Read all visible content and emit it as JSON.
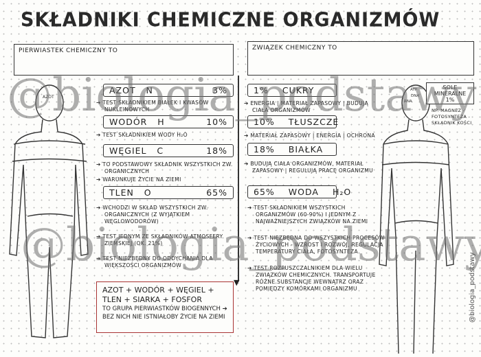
{
  "title": "SKŁADNIKI CHEMICZNE ORGANIZMÓW",
  "left_header": "PIERWIASTEK CHEMICZNY TO",
  "right_header": "ZWIĄZEK CHEMICZNY TO",
  "elements": [
    {
      "name": "AZOT",
      "symbol": "N",
      "percent": "3%",
      "notes": [
        "TEST SKŁADNIKIEM BIAŁEK I KWASÓW NUKLEINOWYCH"
      ]
    },
    {
      "name": "WODÓR",
      "symbol": "H",
      "percent": "10%",
      "notes": [
        "TEST SKŁADNIKIEM WODY H₂O"
      ]
    },
    {
      "name": "WĘGIEL",
      "symbol": "C",
      "percent": "18%",
      "notes": [
        "TO PODSTAWOWY SKŁADNIK WSZYSTKICH ZW. ORGANICZNYCH",
        "WARUNKUJE ŻYCIE NA ZIEMI"
      ]
    },
    {
      "name": "TLEN",
      "symbol": "O",
      "percent": "65%",
      "notes": [
        "WCHODZI W SKŁAD WSZYSTKICH ZW. ORGANICZNYCH (Z WYJĄTKIEM WĘGLOWODORÓW)",
        "TEST JEDNYM ZE SKŁADNIKÓW ATMOSFERY ZIEMSKIEJ (OK. 21%)",
        "TEST NIEZBĘDNY DO ODDYCHANIA DLA WIĘKSZOŚCI ORGANIZMÓW"
      ]
    }
  ],
  "biogenic": {
    "line1": "AZOT + WODÓR + WĘGIEL + TLEN + SIARKA + FOSFOR",
    "line2": "TO GRUPA PIERWIASTKÓW BIOGENNYCH ➔ BEZ NICH NIE ISTNIAŁOBY ŻYCIE NA ZIEMI"
  },
  "compounds": [
    {
      "percent": "1%",
      "name": "CUKRY",
      "formula": "",
      "notes": [
        "ENERGIA | MATERIAŁ ZAPASOWY | BUDUJĄ CIAŁA ORGANIZMÓW"
      ]
    },
    {
      "percent": "10%",
      "name": "TŁUSZCZE",
      "formula": "",
      "notes": [
        "MATERIAŁ ZAPASOWY | ENERGIA | OCHRONA"
      ]
    },
    {
      "percent": "18%",
      "name": "BIAŁKA",
      "formula": "",
      "notes": [
        "BUDUJĄ CIAŁA ORGANIZMÓW, MATERIAŁ ZAPASOWY | REGULUJĄ PRACĘ ORGANIZMU"
      ]
    },
    {
      "percent": "65%",
      "name": "WODA",
      "formula": "H₂O",
      "notes": [
        "TEST SKŁADNIKIEM WSZYSTKICH ORGANIZMÓW (60-90%) I JEDNYM Z NAJWAŻNIEJSZYCH ZWIĄZKÓW NA ZIEMI",
        "TEST NIEZBĘDNA DO WSZYSTKICH PROCESÓW ŻYCIOWYCH - WZROST I ROZWÓJ, REGULACJA TEMPERATURY CIAŁA, FOTOSYNTEZA",
        "TEST ROZPUSZCZALNIKIEM DLA WIELU ZWIĄZKÓW CHEMICZNYCH. TRANSPORTUJE RÓŻNE SUBSTANCJE WEWNĄTRZ ORAZ POMIĘDZY KOMÓRKAMI ORGANIZMU"
      ]
    }
  ],
  "minerals": {
    "label": "SOLE MINERALNE",
    "percent": "1%",
    "notes": "NP. MAGNEZ - FOTOSYNTEZA - SKŁADNIK KOŚCI"
  },
  "head_labels": {
    "left": "AZOT",
    "right": [
      "DNA",
      "RNA",
      "ATP"
    ]
  },
  "watermark": "@biologia_podstawy",
  "signature": "@biologia_podstawy",
  "colors": {
    "ink": "#222222",
    "red_box": "#a83232",
    "watermark": "#6e6e6e"
  }
}
